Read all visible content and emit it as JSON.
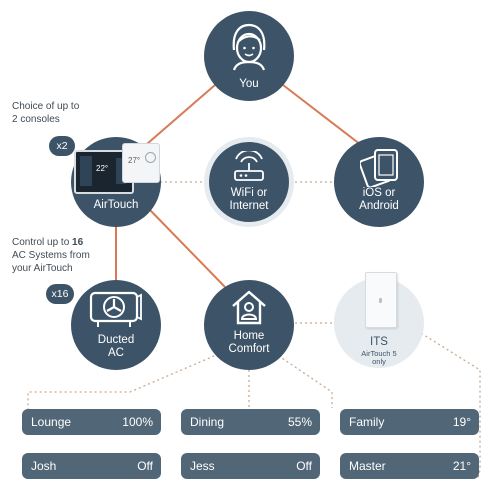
{
  "nodes": {
    "you": "You",
    "airtouch": "AirTouch",
    "wifi": [
      "WiFi or",
      "Internet"
    ],
    "ios": [
      "iOS or",
      "Android"
    ],
    "ducted": [
      "Ducted",
      "AC"
    ],
    "home": [
      "Home",
      "Comfort"
    ],
    "its": "ITS",
    "its_sub": [
      "AirTouch 5",
      "only"
    ]
  },
  "notes": {
    "consoles": [
      "Choice of up to",
      "2 consoles"
    ],
    "systems": [
      "Control up to ",
      "16",
      "AC Systems from",
      "your AirTouch"
    ]
  },
  "badges": {
    "consoles": "x2",
    "systems": "x16"
  },
  "console_screen": {
    "temp1": "22°",
    "temp2": "27°"
  },
  "zones": [
    {
      "name": "Lounge",
      "value": "100%"
    },
    {
      "name": "Dining",
      "value": "55%"
    },
    {
      "name": "Family",
      "value": "19°"
    },
    {
      "name": "Josh",
      "value": "Off"
    },
    {
      "name": "Jess",
      "value": "Off"
    },
    {
      "name": "Master",
      "value": "21°"
    }
  ],
  "colors": {
    "node": "#3d5468",
    "pill": "#516677",
    "line": "#d97a55",
    "dotted": "#c9a98f"
  }
}
